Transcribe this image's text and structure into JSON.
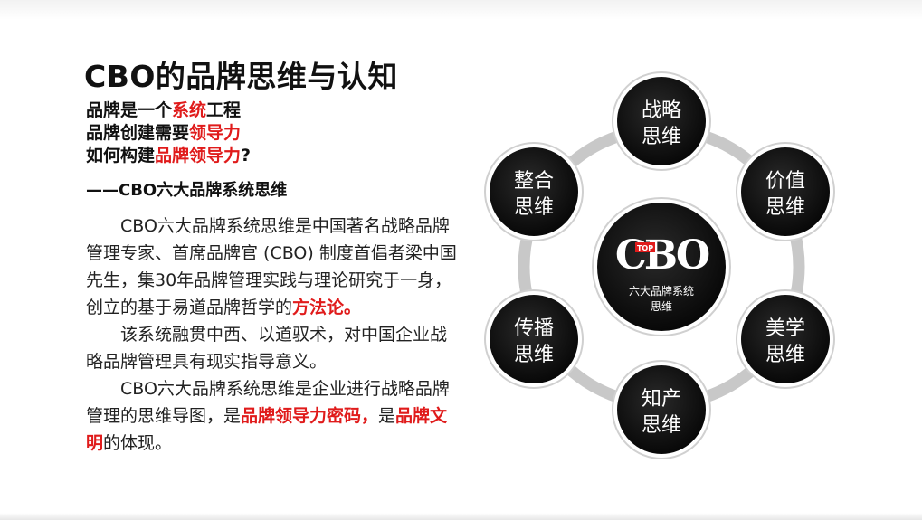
{
  "title": "CBO的品牌思维与认知",
  "lead": {
    "line1_a": "品牌是一个",
    "line1_b": "系统",
    "line1_c": "工程",
    "line2_a": "品牌创建需要",
    "line2_b": "领导力",
    "line3_a": "如何构建",
    "line3_b": "品牌领导力",
    "line3_c": "?"
  },
  "subtitle": "——CBO六大品牌系统思维",
  "body": {
    "p1_a": "CBO六大品牌系统思维是中国著名战略品牌管理专家、首席品牌官 (CBO) 制度首倡者梁中国先生，集30年品牌管理实践与理论研究于一身，创立的基于易道品牌哲学的",
    "p1_b": "方法论",
    "p1_c": "。",
    "p2": "该系统融贯中西、以道驭术，对中国企业战略品牌管理具有现实指导意义。",
    "p3_a": "CBO六大品牌系统思维是企业进行战略品牌管理的思维导图，是",
    "p3_b": "品牌领导力密码，",
    "p3_c": "是",
    "p3_d": "品牌文明",
    "p3_e": "的体现。"
  },
  "diagram": {
    "center": {
      "logo": "CBO",
      "logo_badge": "TOP",
      "line1": "六大品牌系统",
      "line2": "思维"
    },
    "nodes": [
      {
        "id": "strategy",
        "line1": "战略",
        "line2": "思维"
      },
      {
        "id": "value",
        "line1": "价值",
        "line2": "思维"
      },
      {
        "id": "aesthetics",
        "line1": "美学",
        "line2": "思维"
      },
      {
        "id": "ip",
        "line1": "知产",
        "line2": "思维"
      },
      {
        "id": "communication",
        "line1": "传播",
        "line2": "思维"
      },
      {
        "id": "integration",
        "line1": "整合",
        "line2": "思维"
      }
    ]
  },
  "colors": {
    "accent_red": "#e01b1b",
    "node_fill": "#111111",
    "ring": "#c8c8c8"
  }
}
